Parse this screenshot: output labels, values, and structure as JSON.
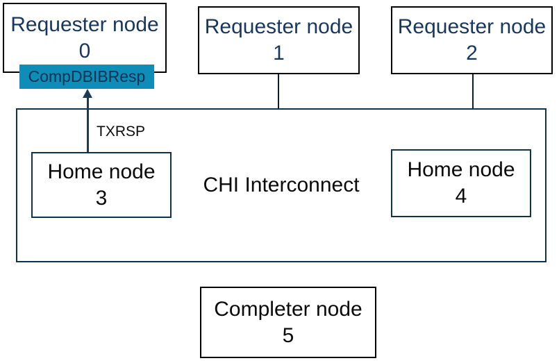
{
  "diagram": {
    "interconnect": {
      "label": "CHI Interconnect"
    },
    "requester_nodes": [
      {
        "name": "Requester node",
        "id": "0"
      },
      {
        "name": "Requester node",
        "id": "1"
      },
      {
        "name": "Requester node",
        "id": "2"
      }
    ],
    "home_nodes": [
      {
        "name": "Home node",
        "id": "3"
      },
      {
        "name": "Home node",
        "id": "4"
      }
    ],
    "completer_node": {
      "name": "Completer node",
      "id": "5"
    },
    "message": {
      "badge_label": "CompDBIBResp",
      "channel_label": "TXRSP"
    },
    "colors": {
      "badge_background": "#0f8cb8",
      "badge_text": "#0e3452",
      "requester_text": "#17375e",
      "plain_text": "#0a0a0a",
      "border_black": "#000000",
      "border_navy": "#0d334a",
      "arrow": "#203a56"
    }
  }
}
